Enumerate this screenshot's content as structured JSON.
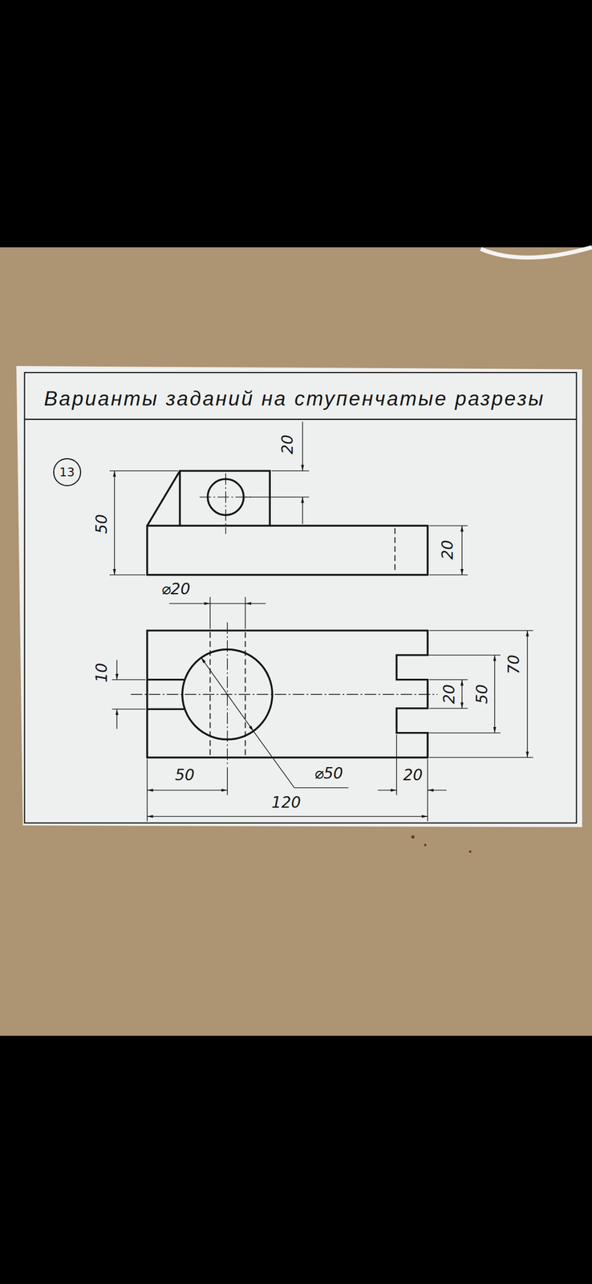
{
  "diagram": {
    "title": "Варианты заданий на ступенчатые разрезы",
    "nodes": [
      {
        "text": [
          "13"
        ]
      }
    ],
    "labels": [
      "20",
      "50",
      "20",
      "⌀20",
      "70",
      "10",
      "20",
      "50",
      "50",
      "⌀50",
      "20",
      "120"
    ]
  }
}
